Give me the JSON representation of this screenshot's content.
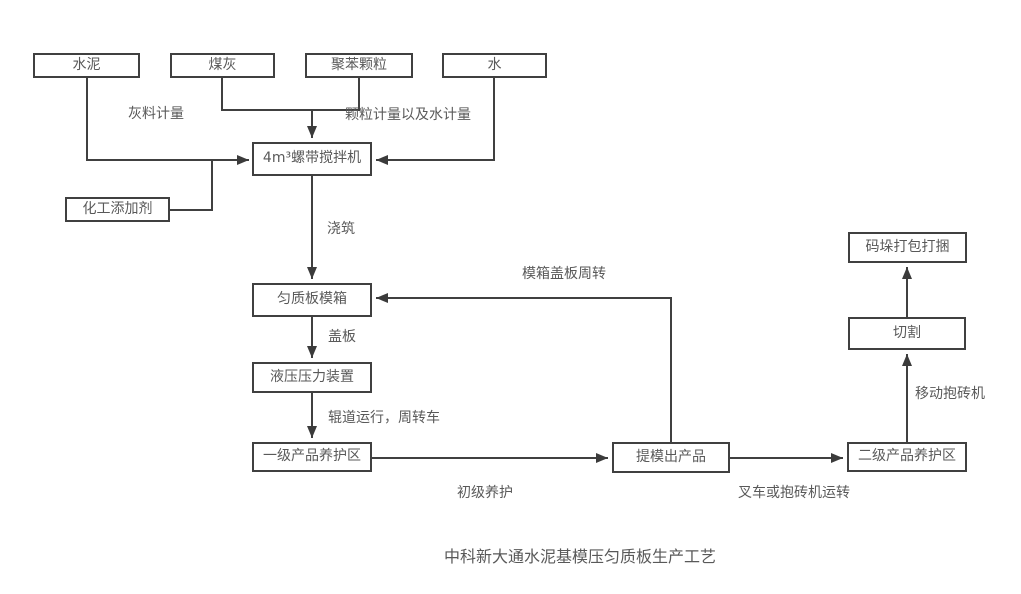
{
  "diagram": {
    "title": "中科新大通水泥基模压匀质板生产工艺",
    "colors": {
      "line": "#404040",
      "box_border": "#404040",
      "text": "#595959",
      "background": "#ffffff"
    },
    "nodes": {
      "cement": "水泥",
      "coal_ash": "煤灰",
      "eps_granules": "聚苯颗粒",
      "water": "水",
      "mixer": "4m³螺带搅拌机",
      "additive": "化工添加剂",
      "mold_box": "匀质板模箱",
      "hydraulic_press": "液压压力装置",
      "curing_area_1": "一级产品养护区",
      "demold_product": "提模出产品",
      "curing_area_2": "二级产品养护区",
      "cutting": "切割",
      "stack_pack": "码垛打包打捆"
    },
    "edge_labels": {
      "ash_metering": "灰料计量",
      "granule_water_metering": "颗粒计量以及水计量",
      "pouring": "浇筑",
      "mold_cover_turnover": "模箱盖板周转",
      "cover_plate": "盖板",
      "roller_run_transfer_cart": "辊道运行，周转车",
      "primary_curing": "初级养护",
      "forklift_or_clamp_transfer": "叉车或抱砖机运转",
      "mobile_brick_clamp": "移动抱砖机"
    }
  }
}
